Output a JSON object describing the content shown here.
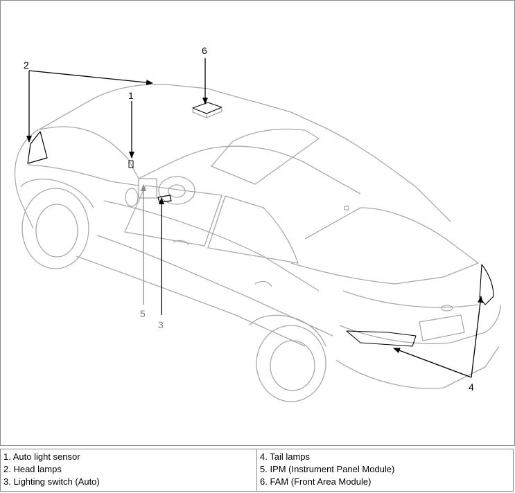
{
  "callouts": {
    "c1": "1",
    "c2": "2",
    "c3": "3",
    "c4": "4",
    "c5": "5",
    "c6": "6"
  },
  "legend": {
    "left": [
      "1. Auto light sensor",
      "2. Head lamps",
      "3. Lighting switch (Auto)"
    ],
    "right": [
      "4. Tail lamps",
      "5. IPM (Instrument Panel Module)",
      "6. FAM (Front Area Module)"
    ]
  },
  "colors": {
    "line": "#000000",
    "car_outline": "#a8a8a8",
    "gray_callout": "#7a7a7a",
    "border": "#8a8a8a"
  }
}
